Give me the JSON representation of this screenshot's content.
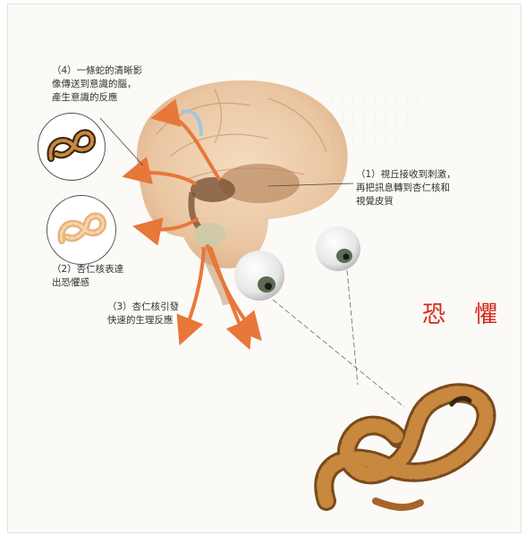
{
  "labels": {
    "step4": "（4）一條蛇的清晰影\n像傳送到意識的腦，\n產生意識的反應",
    "step1": "（1）視丘接收到刺激，\n再把訊息轉到杏仁核和\n視覺皮質",
    "step2": "（2）杏仁核表達\n出恐懼感",
    "step3": "（3）杏仁核引發\n快速的生理反應"
  },
  "title": "恐 懼",
  "colors": {
    "accent": "#d9261c",
    "arrow": "#e8773a",
    "snake": "#a8642a"
  }
}
